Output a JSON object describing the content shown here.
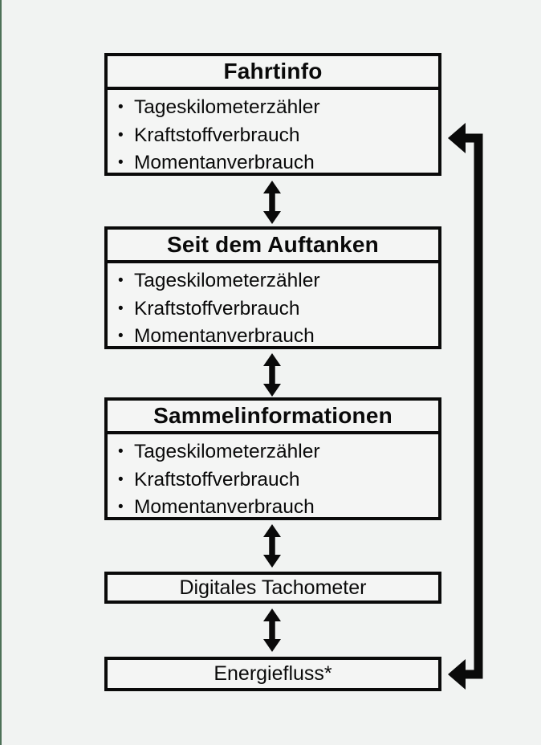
{
  "page": {
    "background_color": "#f1f3f2",
    "edge_accent_color": "#4e7158",
    "line_color": "#0a0a0a",
    "box_fill_color": "#f4f5f4"
  },
  "diagram": {
    "menu_boxes": [
      {
        "title": "Fahrtinfo",
        "items": [
          "Tageskilometerzähler",
          "Kraftstoffverbrauch",
          "Momentanverbrauch"
        ]
      },
      {
        "title": "Seit dem Auftanken",
        "items": [
          "Tageskilometerzähler",
          "Kraftstoffverbrauch",
          "Momentanverbrauch"
        ]
      },
      {
        "title": "Sammelinformationen",
        "items": [
          "Tageskilometerzähler",
          "Kraftstoffverbrauch",
          "Momentanverbrauch"
        ]
      }
    ],
    "simple_boxes": [
      {
        "label": "Digitales Tachometer"
      },
      {
        "label": "Energiefluss*"
      }
    ]
  }
}
